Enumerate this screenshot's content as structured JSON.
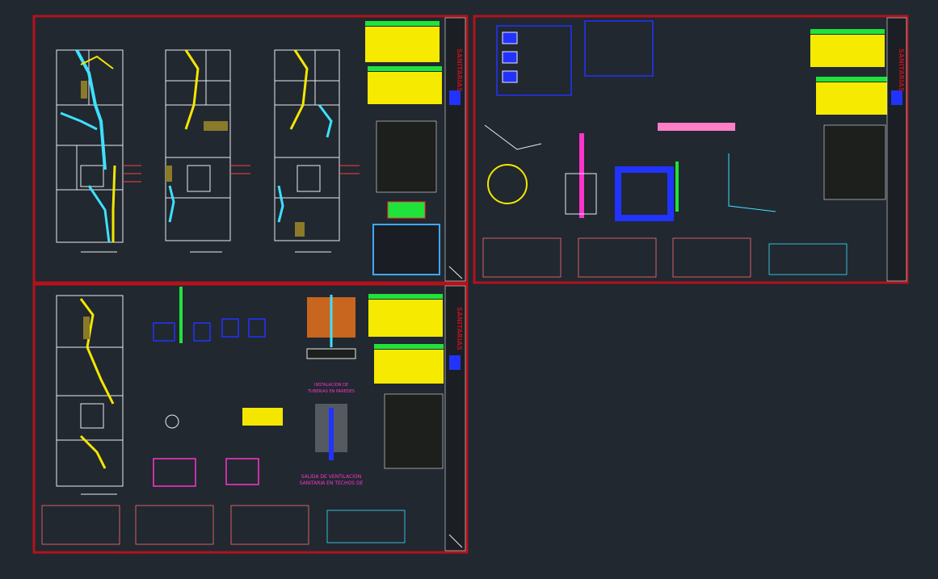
{
  "app": {
    "type": "cad-drawing-viewer"
  },
  "sheets": [
    {
      "id": "sheet-1",
      "title_block_label": "SANITARIAS",
      "plan_labels": [
        "",
        "",
        ""
      ]
    },
    {
      "id": "sheet-2",
      "title_block_label": "SANITARIAS"
    },
    {
      "id": "sheet-3",
      "title_block_label": "SANITARIAS",
      "annotation_1": "INSTALACION DE",
      "annotation_2": "TUBERIAS EN PAREDES",
      "vent_label_1": "SALIDA DE VENTILACION",
      "vent_label_2": "SANITARIA EN TECHOS DE"
    }
  ],
  "colors": {
    "background": "#212830",
    "sheet_border": "#b3121b",
    "linework": "#e9ecef",
    "water_pipe": "#3fe0ff",
    "drain_pipe": "#f5e600",
    "notes_box": "#f5ea00",
    "notes_header": "#1fe33a",
    "magenta_text": "#ff33cc",
    "blue_fill": "#2233ff"
  },
  "icons": {
    "sheet_logo": "logo-icon",
    "zoom": "magnifier-icon"
  }
}
